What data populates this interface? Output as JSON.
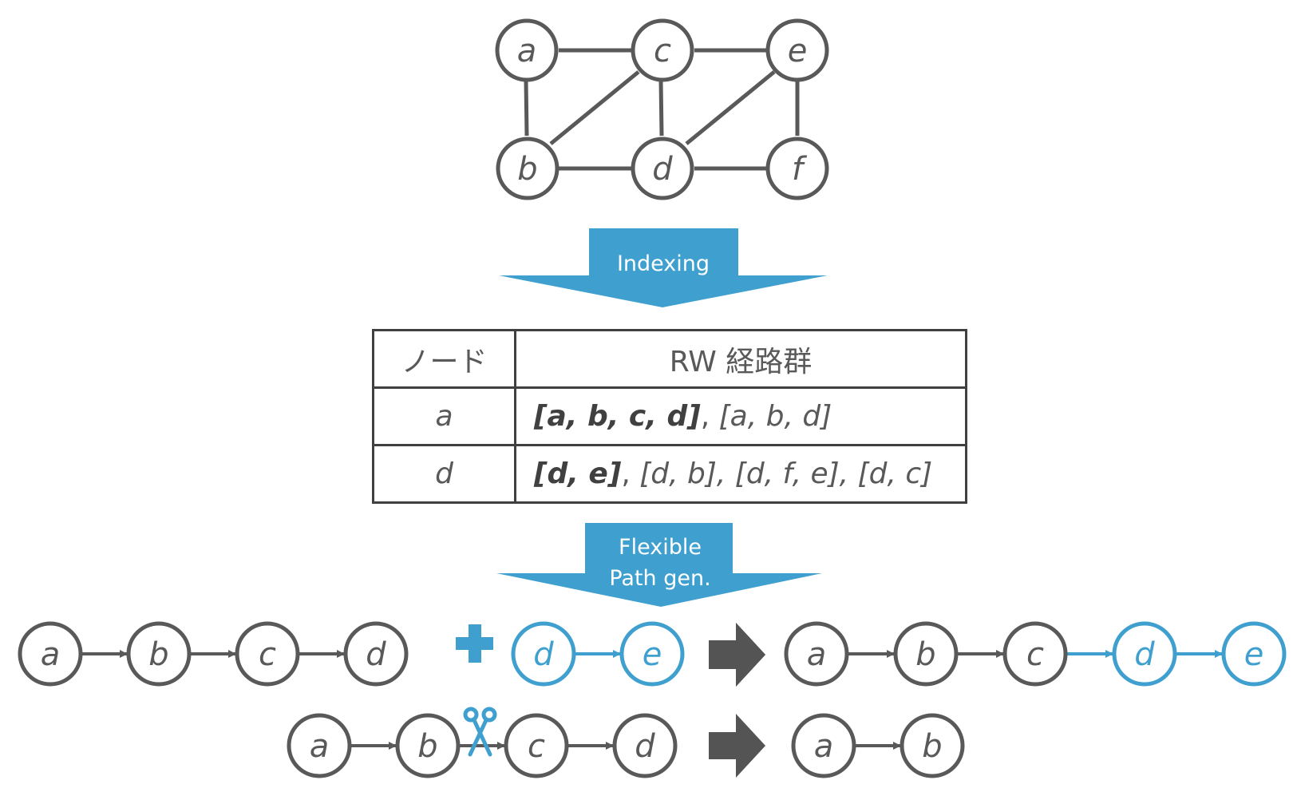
{
  "colors": {
    "stroke": "#595959",
    "accent": "#3fa0d0",
    "table_border": "#404040",
    "big_arrow": "#545454"
  },
  "graph": {
    "nodes": [
      "a",
      "b",
      "c",
      "d",
      "e",
      "f"
    ],
    "edges": [
      [
        "a",
        "c"
      ],
      [
        "c",
        "e"
      ],
      [
        "a",
        "b"
      ],
      [
        "b",
        "c"
      ],
      [
        "c",
        "d"
      ],
      [
        "d",
        "e"
      ],
      [
        "e",
        "f"
      ],
      [
        "b",
        "d"
      ],
      [
        "d",
        "f"
      ]
    ]
  },
  "indexing_arrow": {
    "label": "Indexing"
  },
  "table": {
    "header": {
      "node": "ノード",
      "paths": "RW 経路群"
    },
    "rows": [
      {
        "node": "a",
        "bold_path": "[a, b, c, d]",
        "rest_sep": ", ",
        "rest": "[a, b, d]"
      },
      {
        "node": "d",
        "bold_path": "[d, e]",
        "rest_sep": ", ",
        "rest": "[d, b], [d, f, e], [d, c]"
      }
    ]
  },
  "generation_arrow": {
    "line1": "Flexible",
    "line2": "Path gen."
  },
  "concat_example": {
    "path1": [
      "a",
      "b",
      "c",
      "d"
    ],
    "path2": [
      "d",
      "e"
    ],
    "operator": "plus-icon",
    "result": [
      "a",
      "b",
      "c",
      "d",
      "e"
    ]
  },
  "cut_example": {
    "path": [
      "a",
      "b",
      "c",
      "d"
    ],
    "operator": "scissors-icon",
    "result": [
      "a",
      "b"
    ]
  }
}
